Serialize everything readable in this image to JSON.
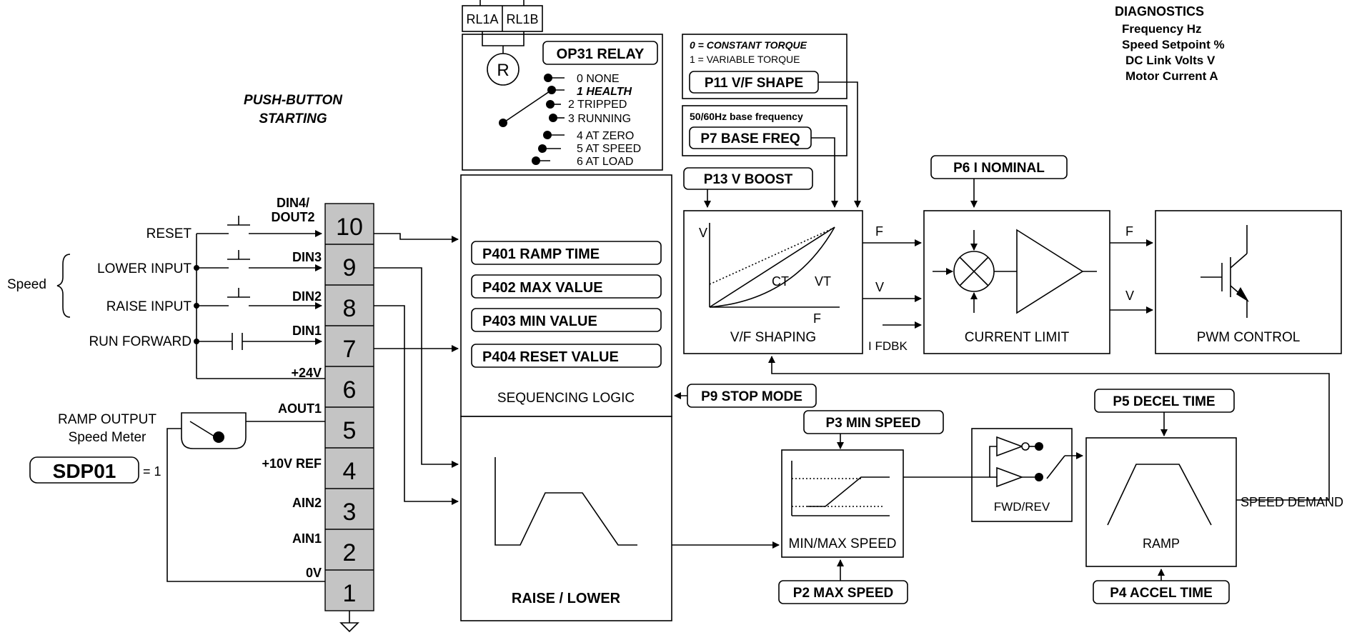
{
  "push_button": {
    "line1": "PUSH-BUTTON",
    "line2": "STARTING"
  },
  "inputs": {
    "reset": "RESET",
    "speed": "Speed",
    "lower": "LOWER INPUT",
    "raise": "RAISE INPUT",
    "run_forward": "RUN FORWARD"
  },
  "meter": {
    "line1": "RAMP OUTPUT",
    "line2": "Speed Meter",
    "display": "SDP01",
    "equals": "= 1"
  },
  "terminals": [
    {
      "num": "10",
      "label": "DIN4/",
      "label2": "DOUT2"
    },
    {
      "num": "9",
      "label": "DIN3"
    },
    {
      "num": "8",
      "label": "DIN2"
    },
    {
      "num": "7",
      "label": "DIN1"
    },
    {
      "num": "6",
      "label": "+24V"
    },
    {
      "num": "5",
      "label": "AOUT1"
    },
    {
      "num": "4",
      "label": "+10V REF"
    },
    {
      "num": "3",
      "label": "AIN2"
    },
    {
      "num": "2",
      "label": "AIN1"
    },
    {
      "num": "1",
      "label": "0V"
    }
  ],
  "relay": {
    "terminal_a": "RL1A",
    "terminal_b": "RL1B",
    "symbol": "R",
    "param": "OP31 RELAY",
    "options": [
      "0  NONE",
      "1  HEALTH",
      "2 TRIPPED",
      "3  RUNNING",
      "4  AT ZERO",
      "5  AT SPEED",
      "6  AT LOAD"
    ]
  },
  "vf": {
    "opt0": "0 = CONSTANT TORQUE",
    "opt1": "1 = VARIABLE TORQUE",
    "p11": "P11 V/F SHAPE",
    "base_note": "50/60Hz  base frequency",
    "p7": "P7 BASE FREQ",
    "p13": "P13  V BOOST",
    "graph_v": "V",
    "graph_f": "F",
    "ct": "CT",
    "vt": "VT",
    "title": "V/F SHAPING"
  },
  "sequencing": {
    "p401": "P401 RAMP TIME",
    "p402": "P402 MAX VALUE",
    "p403": "P403 MIN VALUE",
    "p404": "P404 RESET VALUE",
    "title": "SEQUENCING LOGIC",
    "p9": "P9 STOP MODE"
  },
  "raise_lower": {
    "title": "RAISE / LOWER"
  },
  "current_limit": {
    "p6": "P6  I NOMINAL",
    "f": "F",
    "v": "V",
    "ifdbk": "I FDBK",
    "title": "CURRENT LIMIT"
  },
  "pwm": {
    "f": "F",
    "v": "V",
    "title": "PWM CONTROL"
  },
  "minmax": {
    "p3": "P3 MIN SPEED",
    "title": "MIN/MAX SPEED",
    "p2": "P2 MAX SPEED"
  },
  "fwdrev": {
    "title": "FWD/REV"
  },
  "ramp": {
    "p5": "P5 DECEL TIME",
    "title": "RAMP",
    "p4": "P4  ACCEL TIME",
    "speed_demand": "SPEED DEMAND"
  },
  "diagnostics": {
    "title": "DIAGNOSTICS",
    "line1": "Frequency   Hz",
    "line2": "Speed Setpoint   %",
    "line3": "DC Link Volts V",
    "line4": "Motor Current A"
  }
}
